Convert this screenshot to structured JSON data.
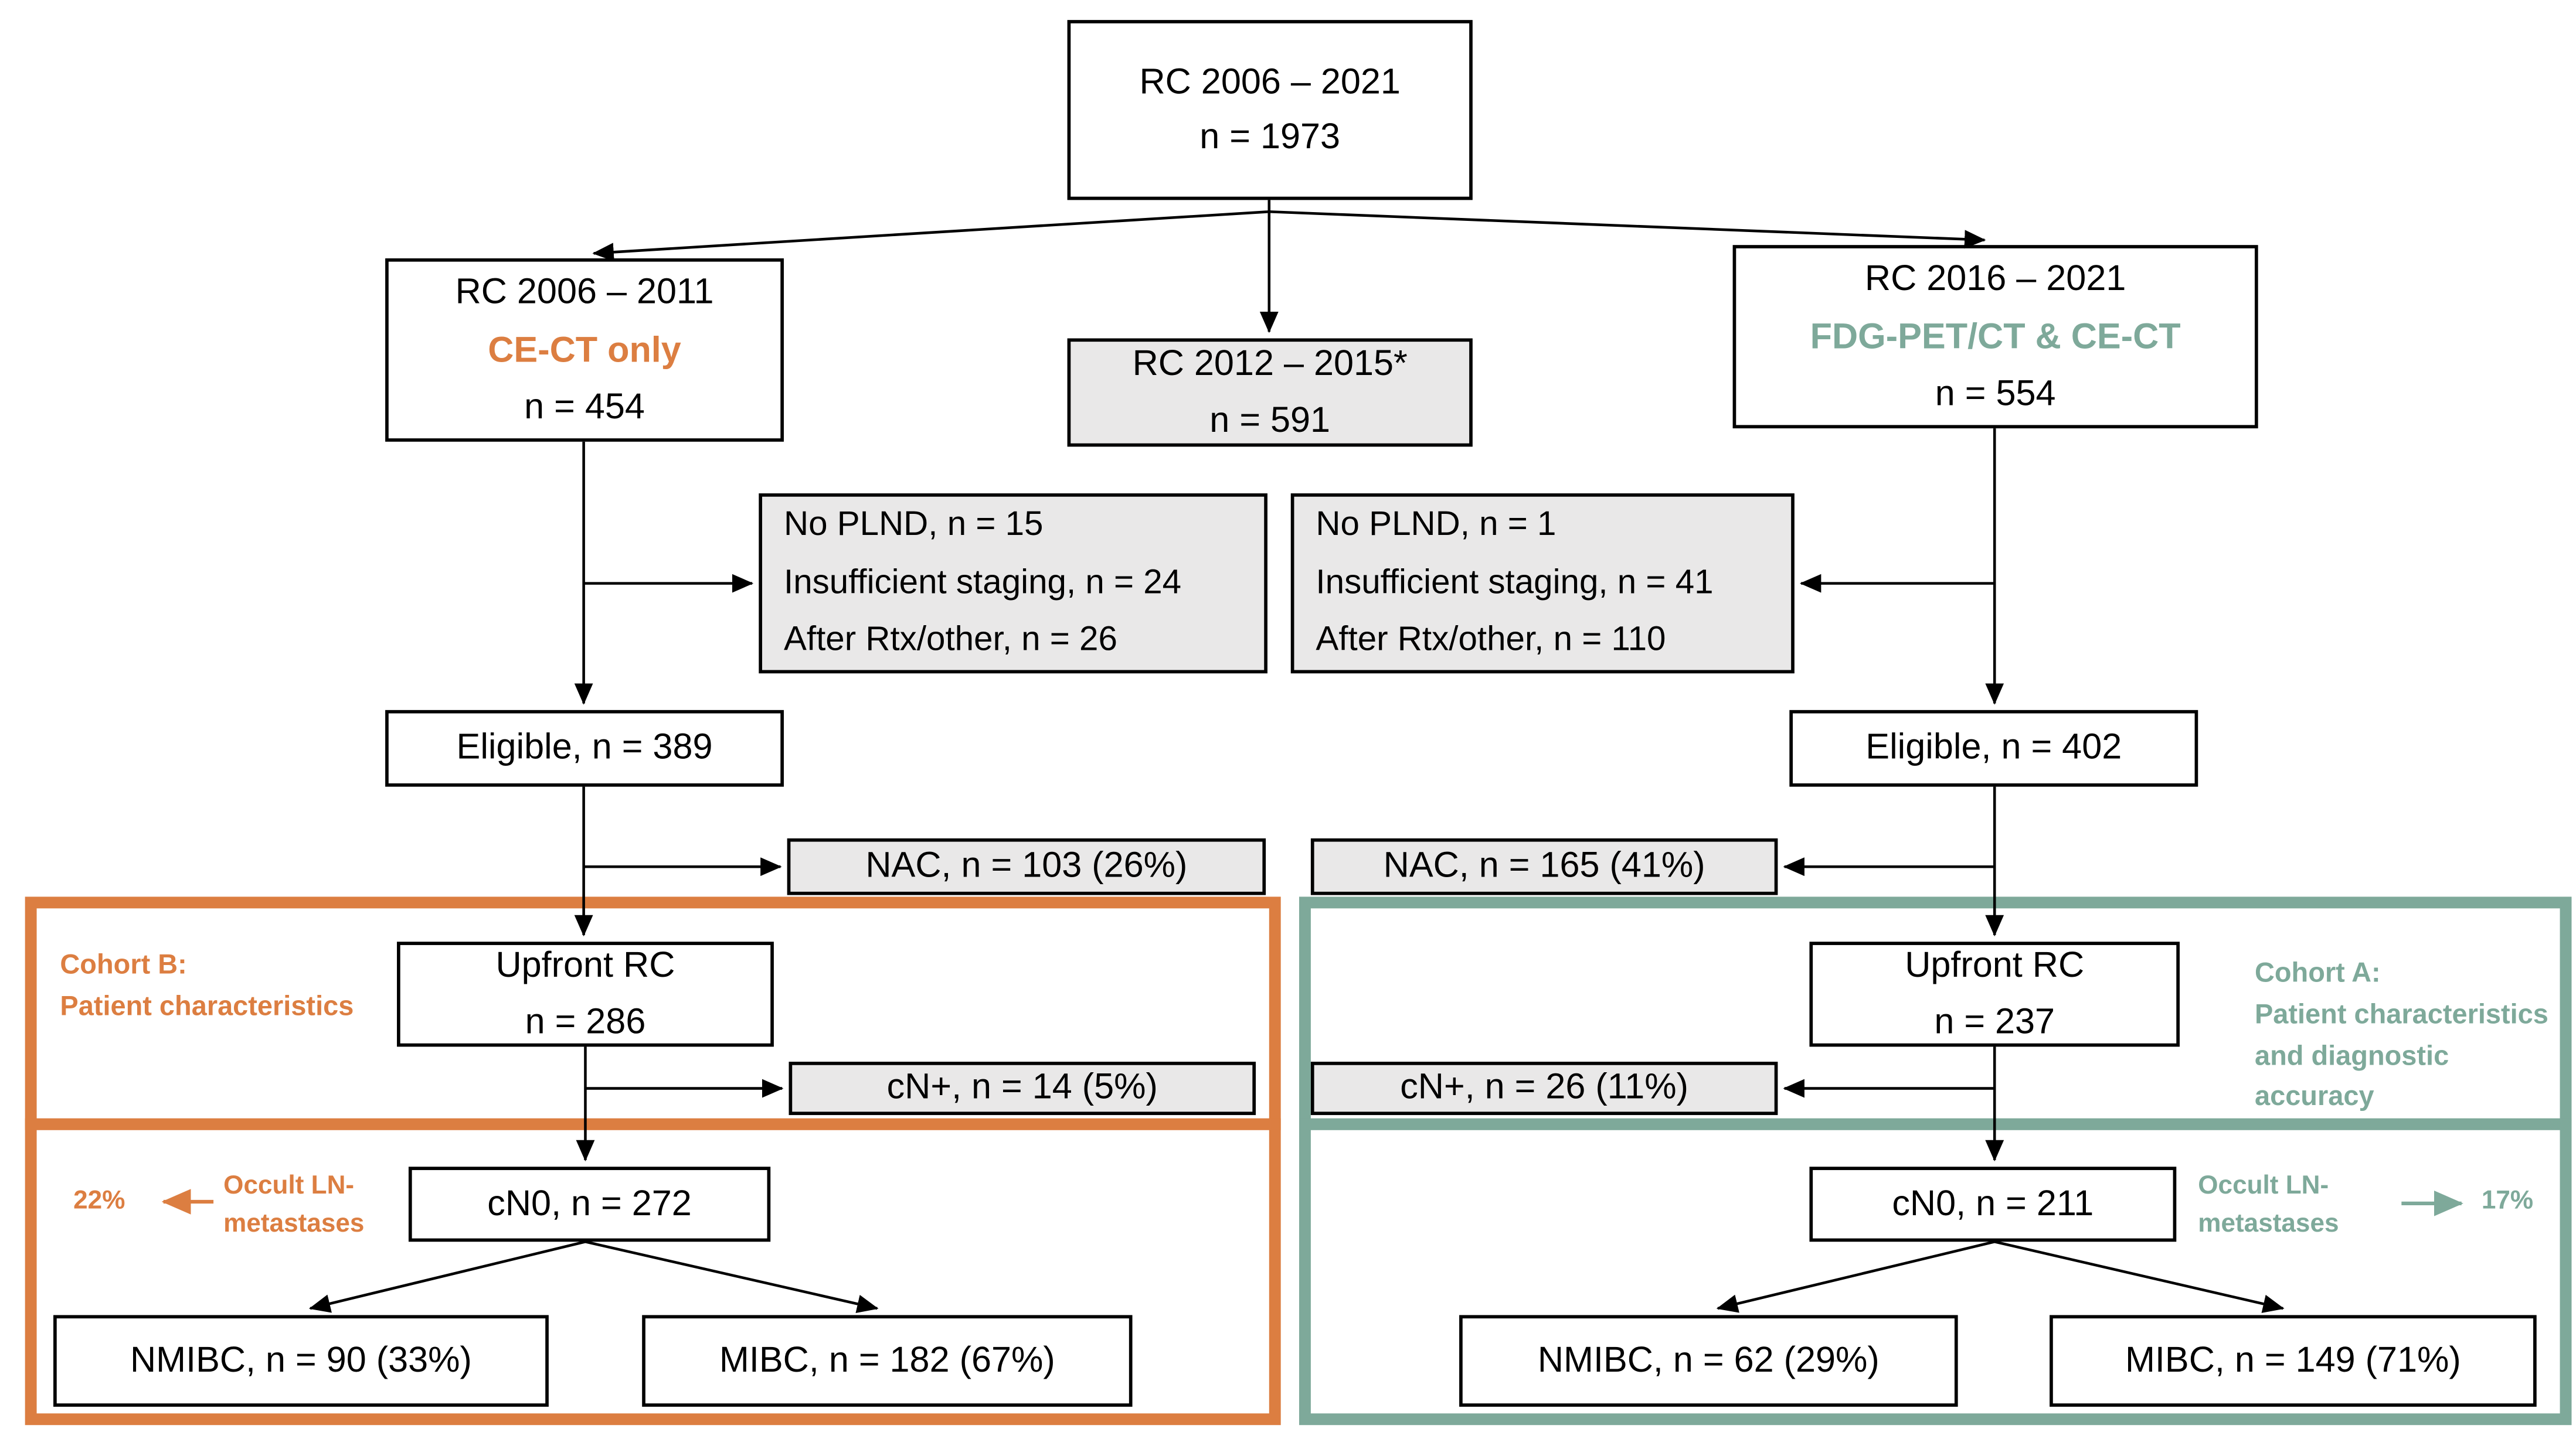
{
  "colors": {
    "orange": "#DC7E41",
    "teal": "#7EA99A",
    "grey_fill": "#E9E8E8",
    "box_border": "#000000"
  },
  "fc": {
    "top": {
      "line1": "RC 2006 – 2021",
      "line2": "n = 1973"
    },
    "left_branch": {
      "line1": "RC 2006 – 2011",
      "highlight": "CE-CT only",
      "line2": "n = 454"
    },
    "mid_branch": {
      "line1": "RC 2012 – 2015*",
      "line2": "n = 591"
    },
    "right_branch": {
      "line1": "RC 2016 – 2021",
      "highlight": "FDG-PET/CT & CE-CT",
      "line2": "n = 554"
    },
    "excl_left": {
      "line1": "No PLND, n = 15",
      "line2": "Insufficient staging, n = 24",
      "line3": "After Rtx/other, n = 26"
    },
    "excl_right": {
      "line1": "No PLND, n = 1",
      "line2": "Insufficient staging, n = 41",
      "line3": "After Rtx/other, n = 110"
    },
    "eligible_left": "Eligible, n = 389",
    "eligible_right": "Eligible, n = 402",
    "nac_left": "NAC, n = 103 (26%)",
    "nac_right": "NAC, n = 165 (41%)",
    "upfront_left": {
      "line1": "Upfront RC",
      "line2": "n = 286"
    },
    "upfront_right": {
      "line1": "Upfront RC",
      "line2": "n = 237"
    },
    "cnplus_left": "cN+, n = 14 (5%)",
    "cnplus_right": "cN+, n = 26 (11%)",
    "cn0_left": "cN0, n = 272",
    "cn0_right": "cN0, n = 211",
    "nmibc_left": "NMIBC, n = 90 (33%)",
    "mibc_left": "MIBC, n = 182 (67%)",
    "nmibc_right": "NMIBC, n = 62 (29%)",
    "mibc_right": "MIBC, n = 149 (71%)",
    "cohort_b": {
      "title": "Cohort B:",
      "line2": "Patient characteristics"
    },
    "cohort_a": {
      "title": "Cohort A:",
      "line2": "Patient characteristics",
      "line3": "and diagnostic",
      "line4": "accuracy"
    },
    "occult_left": {
      "pct": "22%",
      "line1": "Occult LN-",
      "line2": "metastases"
    },
    "occult_right": {
      "pct": "17%",
      "line1": "Occult LN-",
      "line2": "metastases"
    }
  }
}
